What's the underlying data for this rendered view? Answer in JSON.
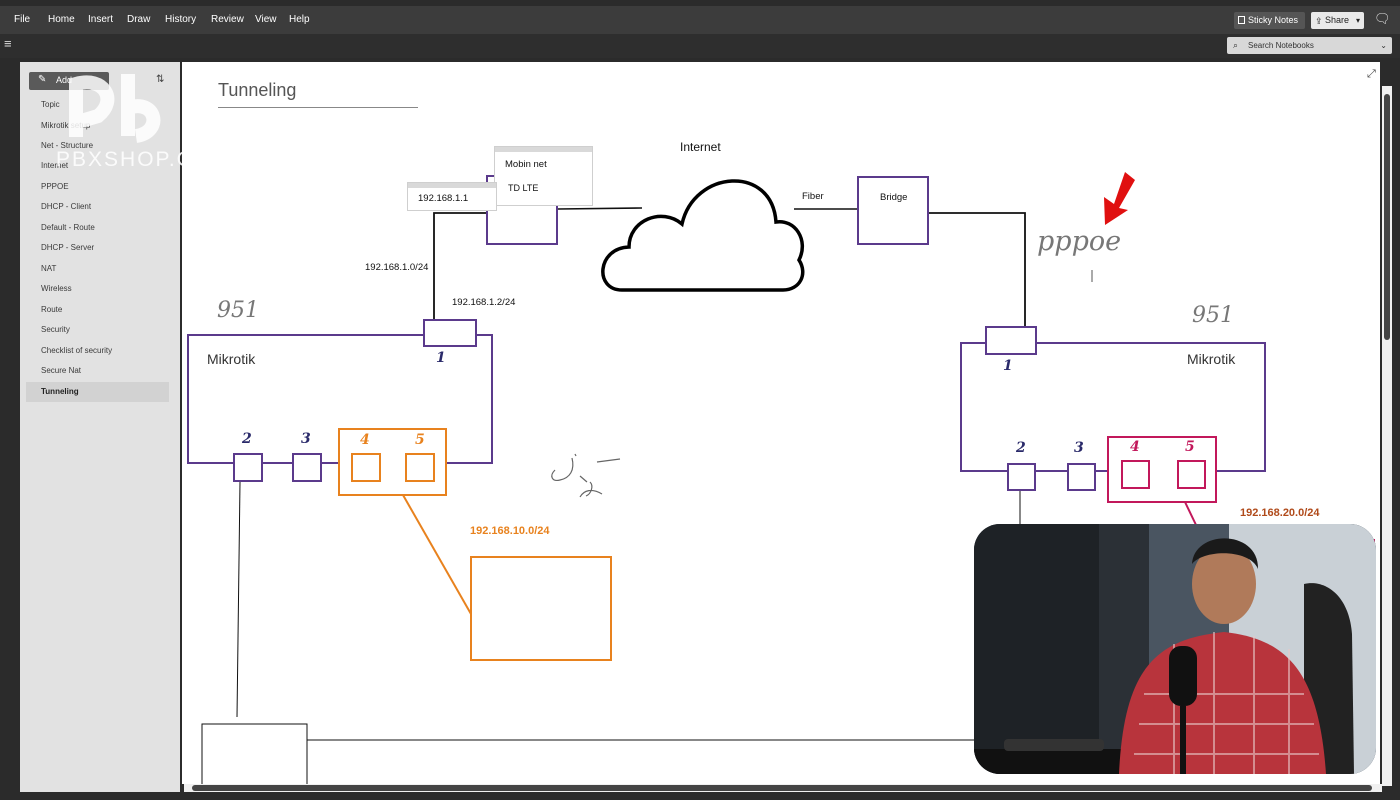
{
  "menubar": {
    "items": [
      "File",
      "Home",
      "Insert",
      "Draw",
      "History",
      "Review",
      "View",
      "Help"
    ],
    "sticky_notes": "Sticky Notes",
    "share": "Share"
  },
  "search": {
    "placeholder": "Search Notebooks"
  },
  "sidebar": {
    "add_label": "Add",
    "items": [
      {
        "label": "Topic"
      },
      {
        "label": "Mikrotik setup"
      },
      {
        "label": "Net - Structure"
      },
      {
        "label": "Internet"
      },
      {
        "label": "PPPOE"
      },
      {
        "label": "DHCP - Client"
      },
      {
        "label": "Default - Route"
      },
      {
        "label": "DHCP - Server"
      },
      {
        "label": "NAT"
      },
      {
        "label": "Wireless"
      },
      {
        "label": "Route"
      },
      {
        "label": "Security"
      },
      {
        "label": "Checklist of security"
      },
      {
        "label": "Secure Nat"
      },
      {
        "label": "Tunneling"
      }
    ],
    "selected_index": 14
  },
  "page": {
    "title": "Tunneling",
    "notes": {
      "mobin": "Mobin net",
      "ip": "192.168.1.1",
      "lte": "TD LTE"
    },
    "labels": {
      "internet": "Internet",
      "fiber": "Fiber",
      "bridge": "Bridge",
      "net1": "192.168.1.0/24",
      "ip2": "192.168.1.2/24",
      "mikrotik_left": "Mikrotik",
      "mikrotik_right": "Mikrotik",
      "lan_left": "192.168.10.0/24",
      "lan_right": "192.168.20.0/24"
    },
    "handwriting": {
      "model_left": "951",
      "model_right": "951",
      "pppoe": "pppoe",
      "port1_left": "1",
      "port2_left": "2",
      "port3_left": "3",
      "port4_left": "4",
      "port5_left": "5",
      "port1_right": "1",
      "port2_right": "2",
      "port3_right": "3",
      "port4_right": "4",
      "port5_right": "5"
    }
  },
  "watermark": {
    "text": "PBXSHOP.CO"
  },
  "colors": {
    "purple": "#5b3a8c",
    "orange": "#e8821e",
    "magenta": "#c2185b",
    "red_arrow": "#e01010",
    "lan_right_text": "#b04a1a"
  }
}
